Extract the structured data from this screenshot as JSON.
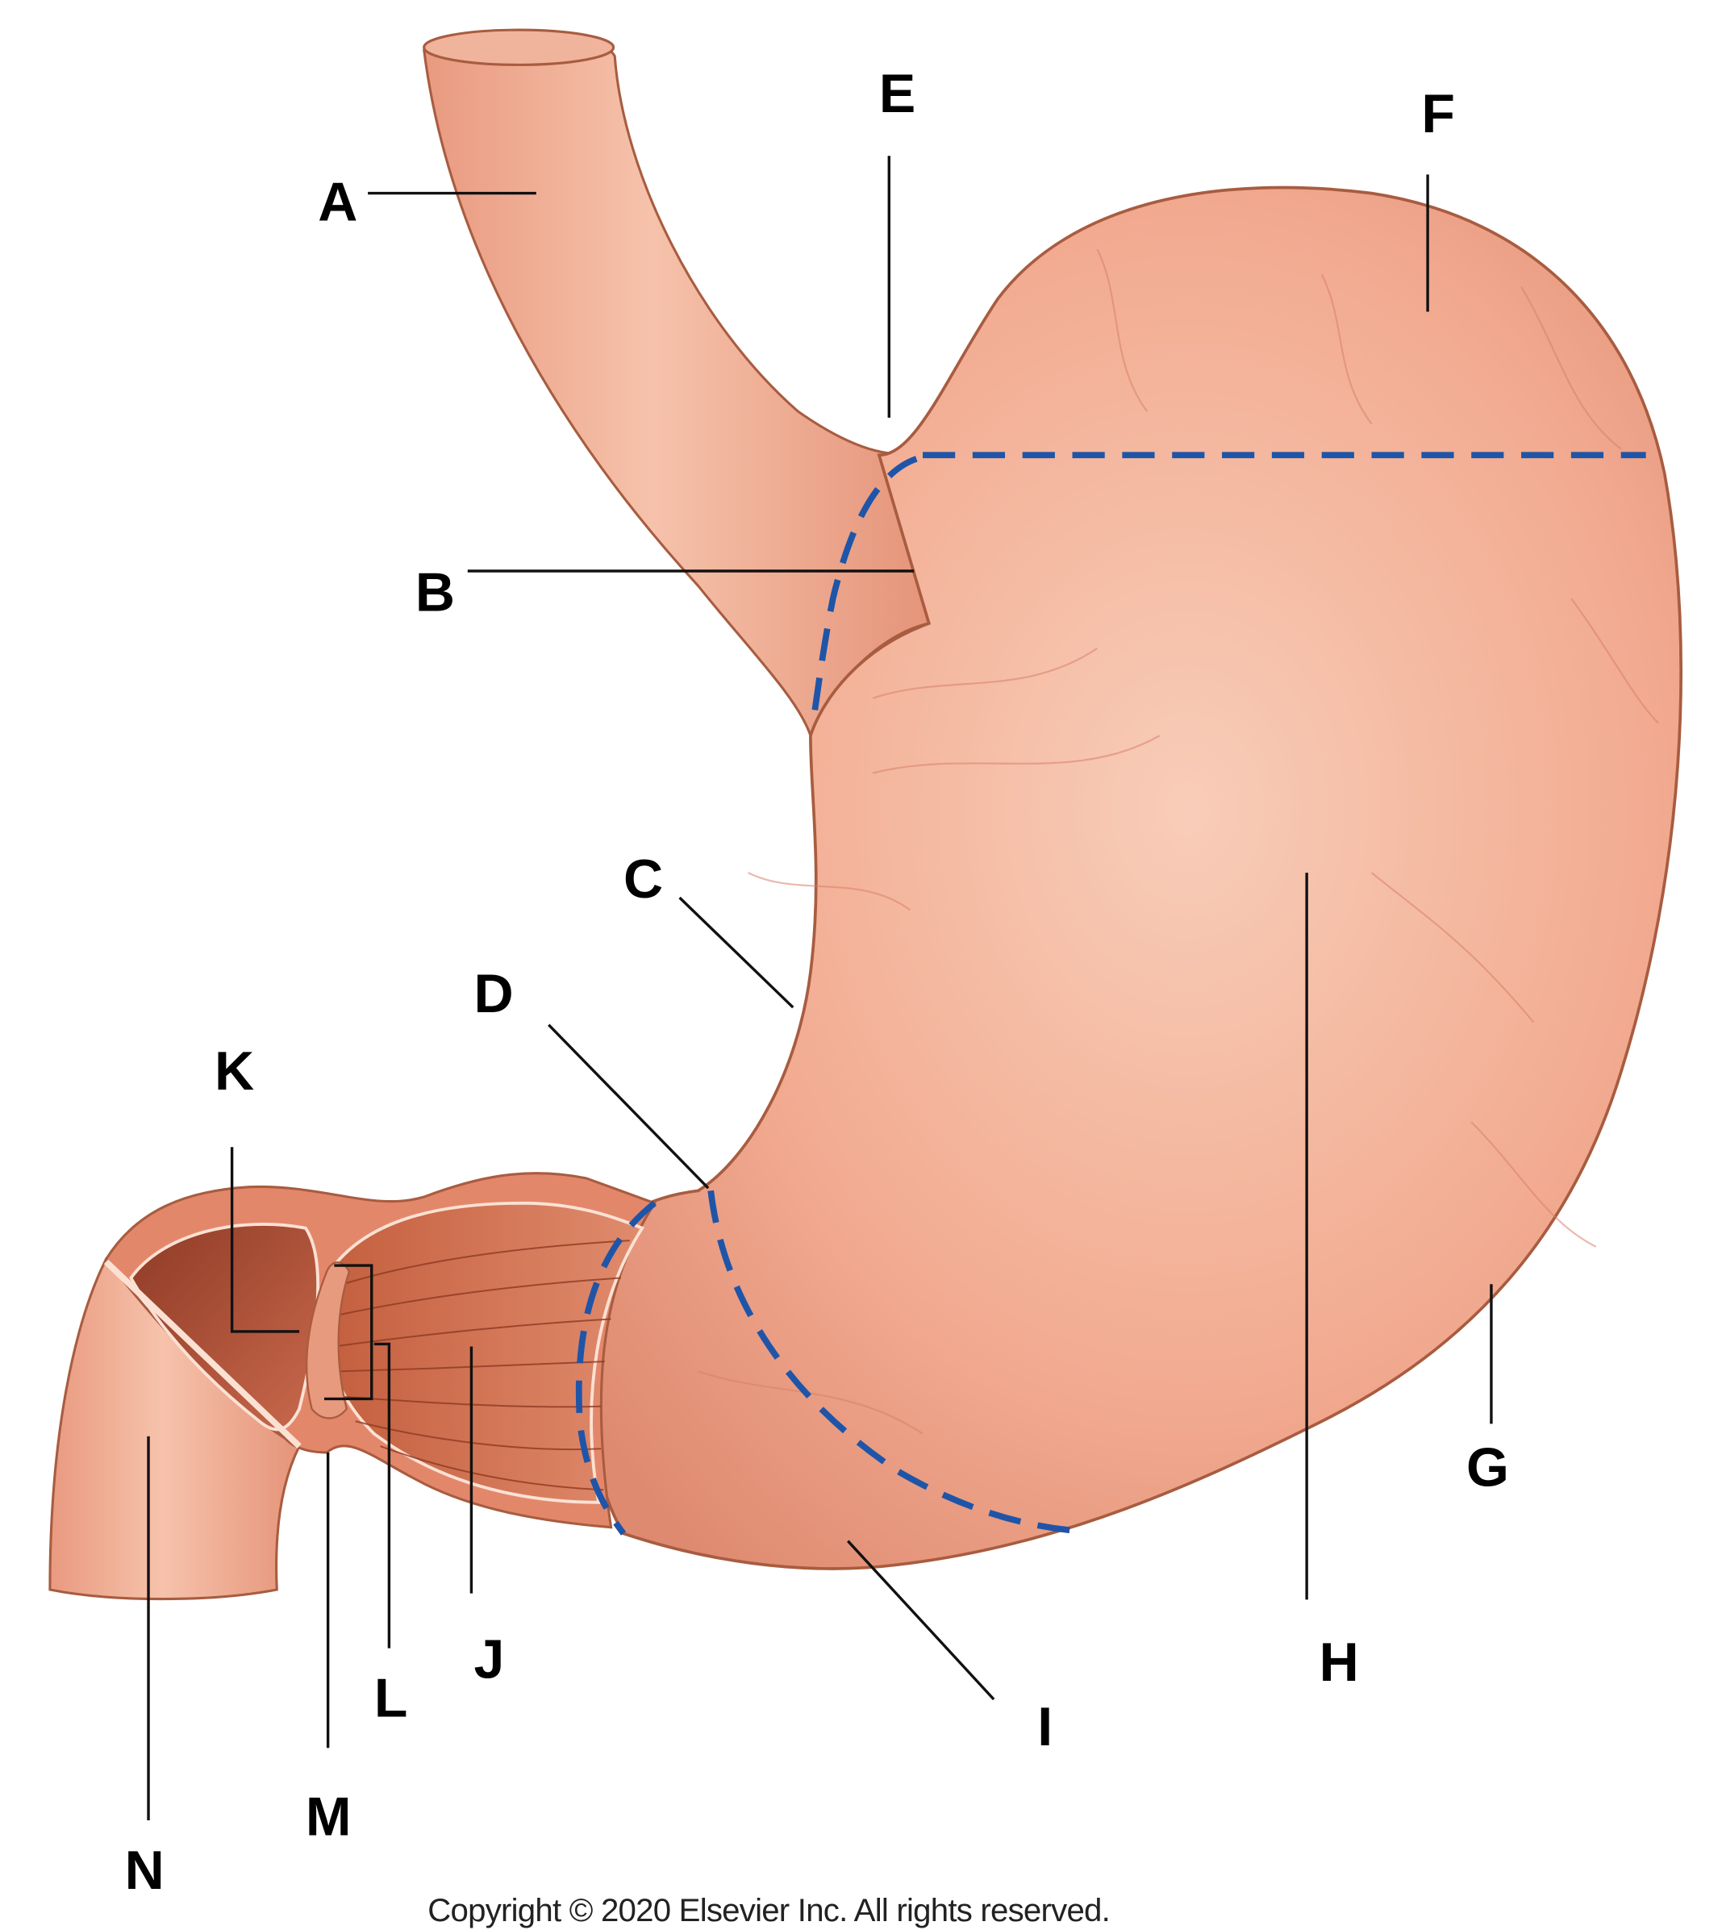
{
  "figure": {
    "subject": "Stomach anatomy (external and sectioned view)",
    "copyright": "Copyright © 2020 Elsevier Inc. All rights reserved.",
    "labels": {
      "A": "A",
      "B": "B",
      "C": "C",
      "D": "D",
      "E": "E",
      "F": "F",
      "G": "G",
      "H": "H",
      "I": "I",
      "J": "J",
      "K": "K",
      "L": "L",
      "M": "M",
      "N": "N"
    },
    "colors": {
      "tissue": "#f2a88e",
      "tissue_light": "#f7c3ad",
      "tissue_dark": "#d98068",
      "lumen": "#b8543a",
      "outline": "#a85c40",
      "region_dash": "#1f55a8",
      "leader": "#111111"
    }
  }
}
